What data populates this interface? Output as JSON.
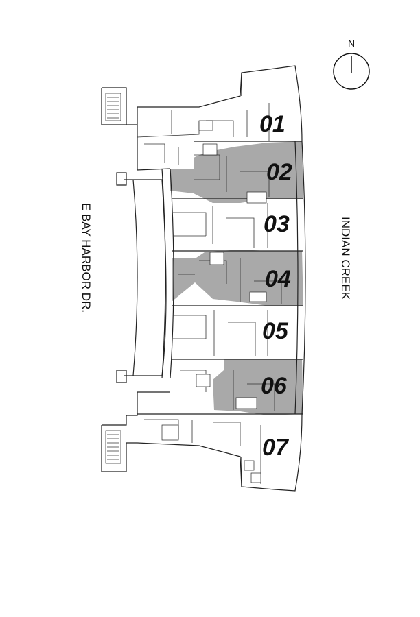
{
  "compass": {
    "letter": "N"
  },
  "streets": {
    "west": "E BAY HARBOR DR.",
    "east": "INDIAN CREEK"
  },
  "units": [
    {
      "label": "01",
      "highlighted": false
    },
    {
      "label": "02",
      "highlighted": true
    },
    {
      "label": "03",
      "highlighted": false
    },
    {
      "label": "04",
      "highlighted": true
    },
    {
      "label": "05",
      "highlighted": false
    },
    {
      "label": "06",
      "highlighted": true
    },
    {
      "label": "07",
      "highlighted": false
    }
  ],
  "colors": {
    "highlight": "#a9a9a9",
    "line": "#222222",
    "background": "#ffffff"
  }
}
